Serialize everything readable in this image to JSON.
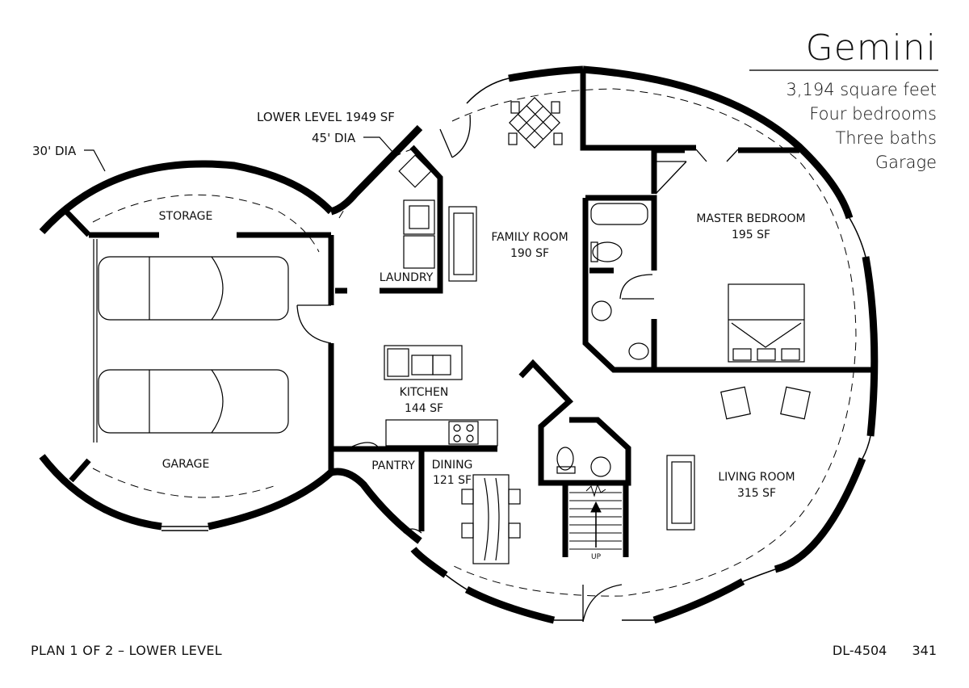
{
  "header": {
    "title": "Gemini",
    "stats": [
      "3,194 square feet",
      "Four bedrooms",
      "Three baths",
      "Garage"
    ]
  },
  "callouts": {
    "lower_level_area": "LOWER LEVEL 1949 SF",
    "dome_large_dia": "45' DIA",
    "dome_small_dia": "30' DIA"
  },
  "rooms": {
    "storage": {
      "name": "STORAGE"
    },
    "garage": {
      "name": "GARAGE"
    },
    "laundry": {
      "name": "LAUNDRY"
    },
    "family_room": {
      "name": "FAMILY ROOM",
      "area": "190 SF"
    },
    "master_bedroom": {
      "name": "MASTER BEDROOM",
      "area": "195 SF"
    },
    "kitchen": {
      "name": "KITCHEN",
      "area": "144 SF"
    },
    "pantry": {
      "name": "PANTRY"
    },
    "dining": {
      "name": "DINING",
      "area": "121 SF"
    },
    "living_room": {
      "name": "LIVING ROOM",
      "area": "315 SF"
    },
    "stairs": {
      "label": "UP"
    }
  },
  "footer": {
    "plan_label": "PLAN 1 OF 2 – LOWER LEVEL",
    "drawing_id": "DL-4504",
    "page_number": "341"
  }
}
